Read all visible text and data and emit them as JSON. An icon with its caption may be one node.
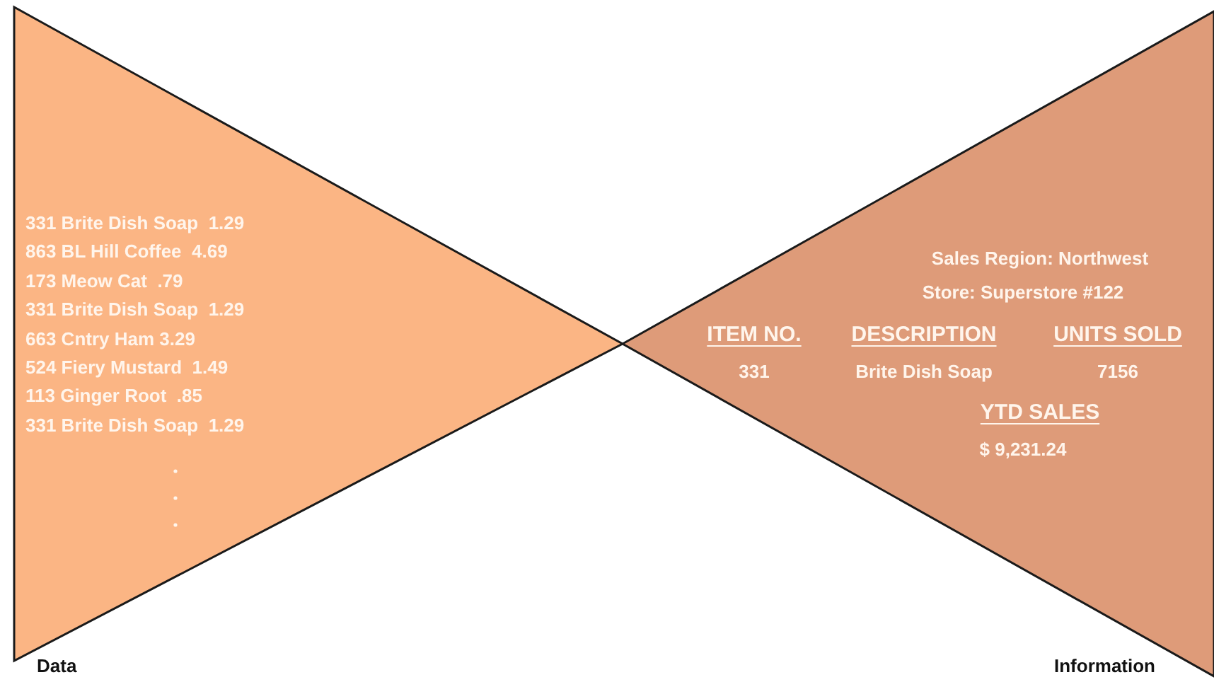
{
  "diagram": {
    "nodes": [
      {
        "text": [
          "331 Brite Dish Soap  1.29",
          "863 BL Hill Coffee  4.69",
          "173 Meow Cat  .79",
          "331 Brite Dish Soap  1.29",
          "663 Cntry Ham 3.29",
          "524 Fiery Mustard  1.49",
          "113 Ginger Root  .85",
          "331 Brite Dish Soap  1.29"
        ],
        "beside": [
          "Data"
        ]
      },
      {
        "text": [
          "Sales Region: Northwest",
          "Store: Superstore #122",
          "ITEM NO.",
          "DESCRIPTION",
          "UNITS SOLD",
          "331",
          "Brite Dish Soap",
          "7156",
          "YTD SALES",
          "$ 9,231.24"
        ],
        "beside": [
          "Information"
        ]
      }
    ]
  }
}
